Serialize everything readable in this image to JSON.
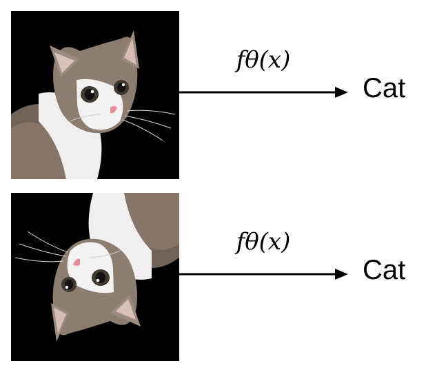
{
  "diagram": {
    "rows": [
      {
        "image_icon": "cat-photo-upright",
        "function_label": "fθ(x)",
        "output_label": "Cat"
      },
      {
        "image_icon": "cat-photo-upside-down",
        "function_label": "fθ(x)",
        "output_label": "Cat"
      }
    ]
  }
}
